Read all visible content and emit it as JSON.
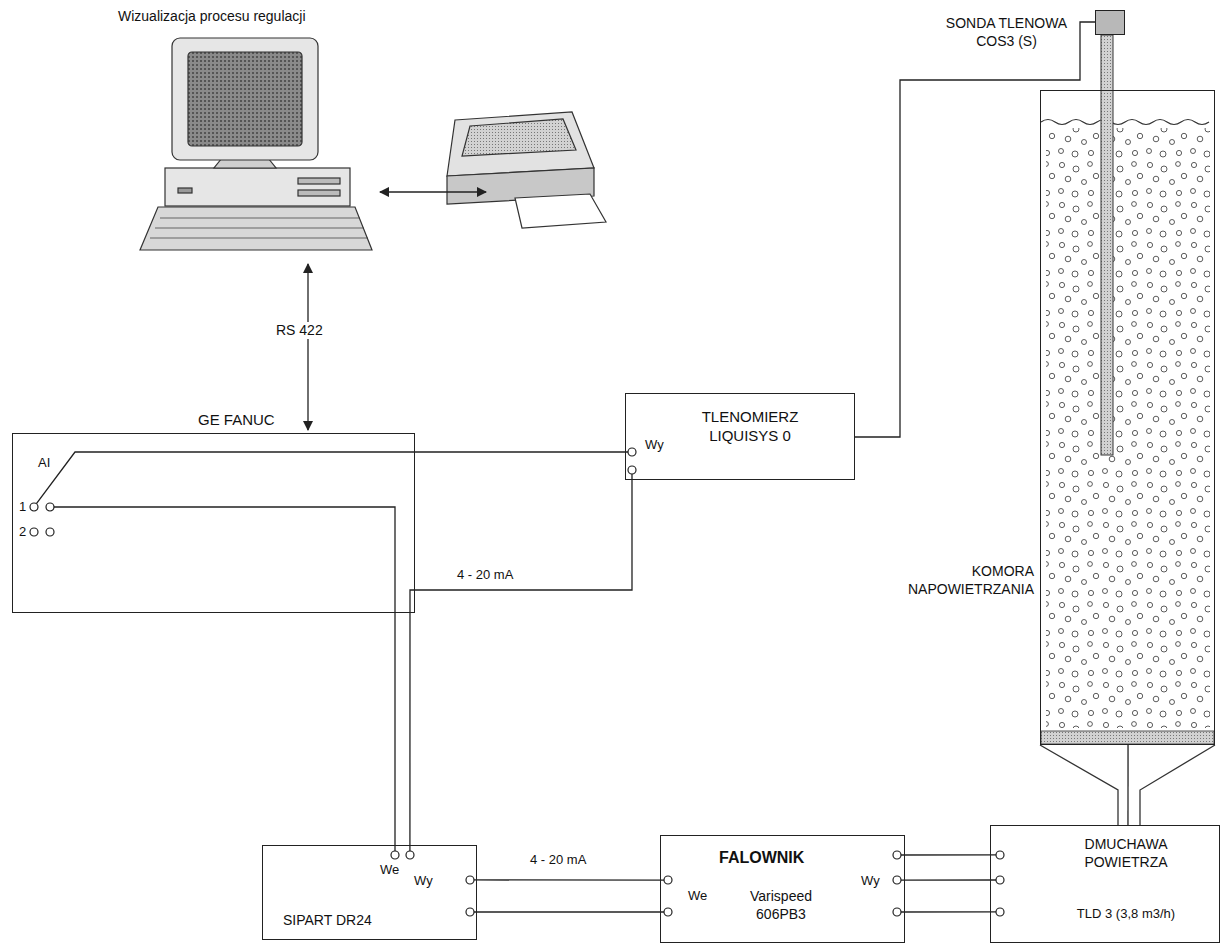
{
  "diagram": {
    "title": "Wizualizacja procesu regulacji",
    "nodes": [
      {
        "text": [
          "GE FANUC"
        ]
      },
      {
        "text": [
          "TLENOMIERZ LIQUISYS 0"
        ]
      },
      {
        "text": [
          "SONDA TLENOWA COS3 (S)"
        ]
      },
      {
        "text": [
          "KOMORA NAPOWIETRZANIA"
        ]
      },
      {
        "text": [
          "SIPART DR24"
        ]
      },
      {
        "text": [
          "FALOWNIK",
          "Varispeed 606PB3"
        ]
      },
      {
        "text": [
          "DMUCHAWA POWIETRZA",
          "TLD 3 (3,8 m3/h)"
        ]
      }
    ],
    "edges": [
      {
        "from": 1,
        "to": 0,
        "arrow": "none"
      },
      {
        "from": 0,
        "to": 4,
        "arrow": "none"
      },
      {
        "from": 1,
        "to": 4,
        "label": "4 - 20 mA",
        "arrow": "none"
      },
      {
        "from": 4,
        "to": 5,
        "label": "4 - 20 mA",
        "arrow": "none"
      },
      {
        "from": 4,
        "to": 5,
        "arrow": "none"
      },
      {
        "from": 5,
        "to": 6,
        "arrow": "none"
      },
      {
        "from": 5,
        "to": 6,
        "arrow": "none"
      },
      {
        "from": 5,
        "to": 6,
        "arrow": "none"
      },
      {
        "from": 6,
        "to": 3,
        "arrow": "none"
      },
      {
        "from": 1,
        "to": 2,
        "arrow": "none"
      }
    ],
    "labels": [
      "RS 422",
      "AI",
      "1",
      "2",
      "Wy",
      "We",
      "Wy",
      "We",
      "Wy"
    ]
  }
}
